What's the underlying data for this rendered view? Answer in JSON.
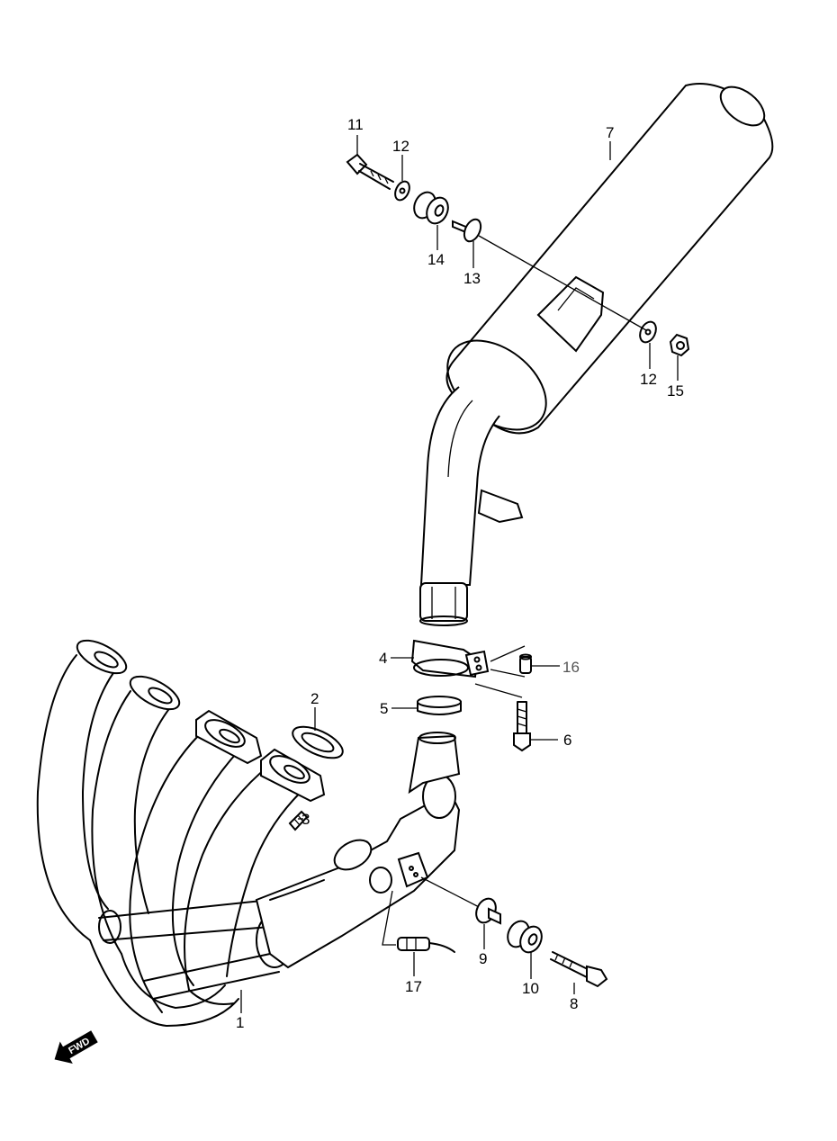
{
  "callouts": {
    "c1": "1",
    "c2": "2",
    "c3": "3",
    "c4": "4",
    "c5": "5",
    "c6": "6",
    "c7": "7",
    "c8": "8",
    "c9": "9",
    "c10": "10",
    "c11": "11",
    "c12a": "12",
    "c12b": "12",
    "c13": "13",
    "c14": "14",
    "c15": "15",
    "c16": "16",
    "c17": "17"
  },
  "fwd_label": "FWD",
  "icons": {
    "fwd": "fwd-arrow-icon"
  }
}
